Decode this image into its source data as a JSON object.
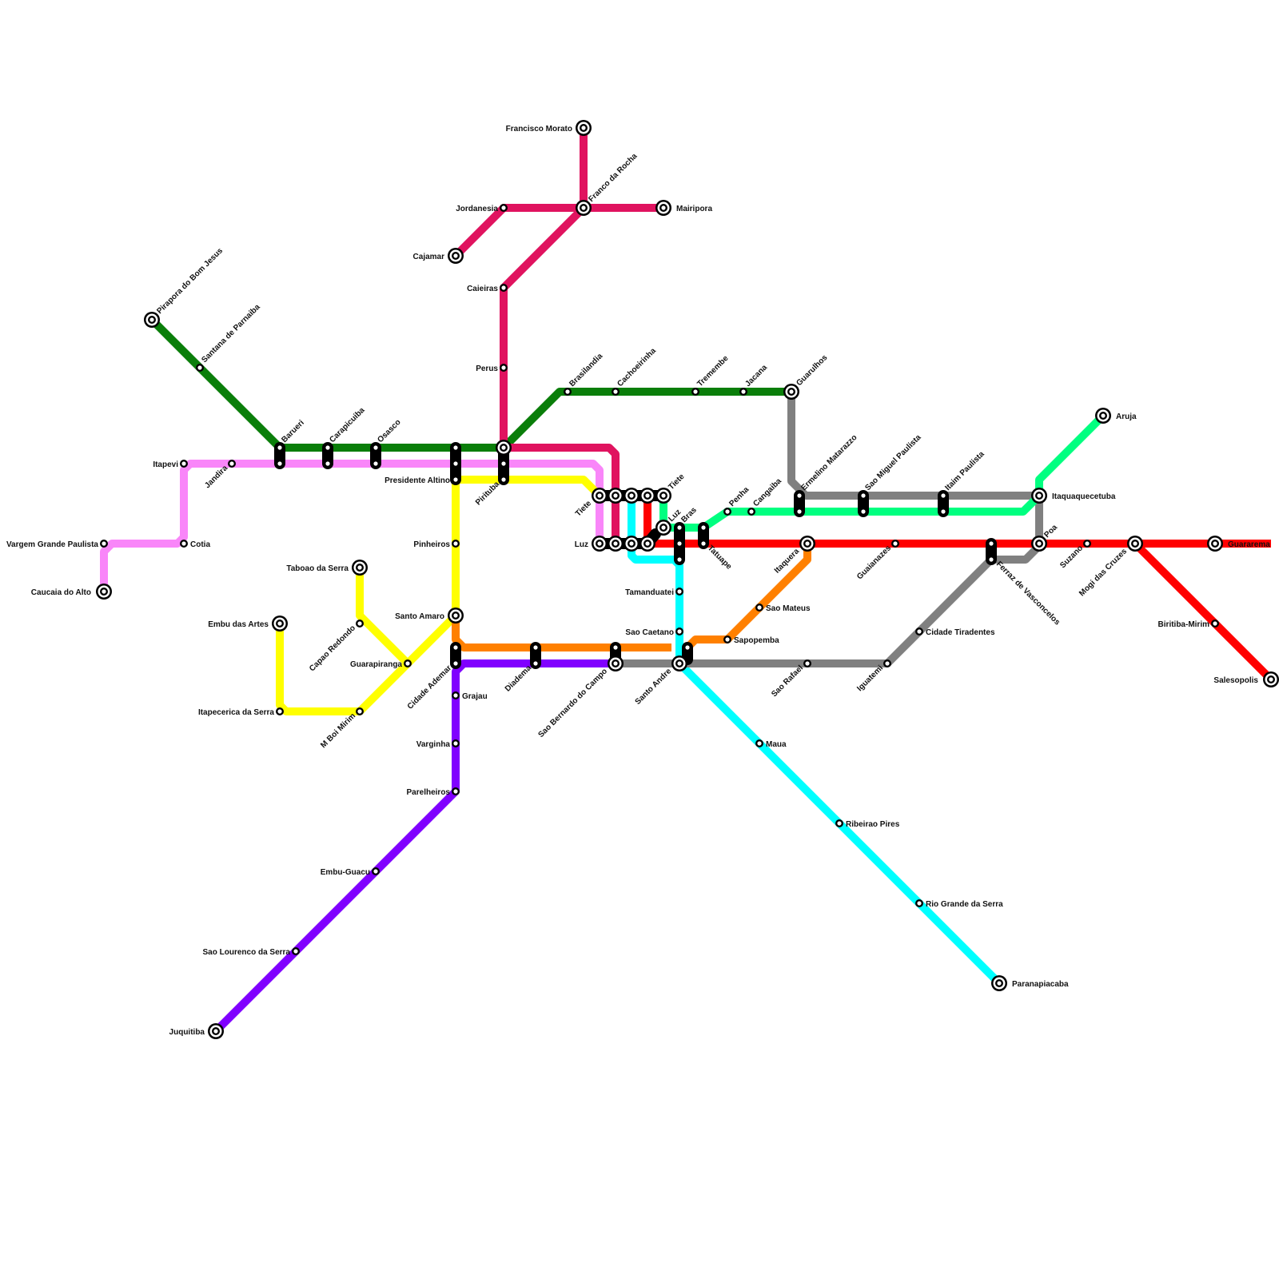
{
  "lines": [
    {
      "id": "green",
      "color": "#0a7e0a"
    },
    {
      "id": "pink",
      "color": "#f986f9"
    },
    {
      "id": "magenta",
      "color": "#e0135f"
    },
    {
      "id": "yellow",
      "color": "#ffff00"
    },
    {
      "id": "orange",
      "color": "#ff8000"
    },
    {
      "id": "purple",
      "color": "#8000ff"
    },
    {
      "id": "cyan",
      "color": "#00ffff"
    },
    {
      "id": "gray",
      "color": "#808080"
    },
    {
      "id": "red",
      "color": "#ff0000"
    },
    {
      "id": "mint",
      "color": "#00ff80"
    }
  ],
  "stations": {
    "pirapora": "Pirapora do Bom Jesus",
    "santana": "Santana de Parnaiba",
    "barueri": "Barueri",
    "carapicuiba": "Carapicuiba",
    "osasco": "Osasco",
    "itapevi": "Itapevi",
    "jandira": "Jandira",
    "vargem": "Vargem Grande Paulista",
    "cotia": "Cotia",
    "caucaia": "Caucaia do Alto",
    "presidente_altino": "Presidente Altino",
    "pirituba": "Pirituba",
    "francisco_morato": "Francisco Morato",
    "franco_rocha": "Franco da Rocha",
    "mairipora": "Mairipora",
    "jordanesia": "Jordanesia",
    "cajamar": "Cajamar",
    "caieiras": "Caieiras",
    "perus": "Perus",
    "brasilandia": "Brasilandia",
    "cachoeirinha": "Cachoeirinha",
    "tremembe": "Tremembe",
    "jacana": "Jacana",
    "guarulhos": "Guarulhos",
    "tiete_left": "Tiete",
    "tiete_right": "Tiete",
    "luz_left": "Luz",
    "luz_right": "Luz",
    "bras": "Bras",
    "tatuape": "Tatuape",
    "penha": "Penha",
    "cangaiba": "Cangaiba",
    "ermelino": "Ermelino Matarazzo",
    "sao_miguel": "Sao Miguel Paulista",
    "itaim": "Itaim Paulista",
    "itaquaquecetuba": "Itaquaquecetuba",
    "aruja": "Aruja",
    "poa": "Poa",
    "suzano": "Suzano",
    "mogi": "Mogi das Cruzes",
    "guararema": "Guararema",
    "biritiba": "Biritiba-Mirim",
    "salesopolis": "Salesopolis",
    "itaquera": "Itaquera",
    "guaianazes": "Guaianazes",
    "ferraz": "Ferraz de Vasconcelos",
    "pinheiros": "Pinheiros",
    "santo_amaro": "Santo Amaro",
    "taboao": "Taboao da Serra",
    "embu_artes": "Embu das Artes",
    "capao": "Capao Redondo",
    "guarapiranga": "Guarapiranga",
    "itapecerica": "Itapecerica da Serra",
    "mboi": "M Boi Mirim",
    "cidade_ademar": "Cidade Ademar",
    "grajau": "Grajau",
    "varginha": "Varginha",
    "parelheiros": "Parelheiros",
    "embu_guacu": "Embu-Guacu",
    "sao_lourenco": "Sao Lourenco da Serra",
    "juquitiba": "Juquitiba",
    "diadema": "Diadema",
    "sao_bernardo": "Sao Bernardo do Campo",
    "tamanduatei": "Tamanduatei",
    "sao_caetano": "Sao Caetano",
    "santo_andre": "Santo Andre",
    "sapopemba": "Sapopemba",
    "sao_mateus": "Sao Mateus",
    "sao_rafael": "Sao Rafael",
    "iguatemi": "Iguatemi",
    "cidade_tiradentes": "Cidade Tiradentes",
    "maua": "Maua",
    "ribeirao_pires": "Ribeirao Pires",
    "rio_grande": "Rio Grande da Serra",
    "paranapiacaba": "Paranapiacaba"
  }
}
